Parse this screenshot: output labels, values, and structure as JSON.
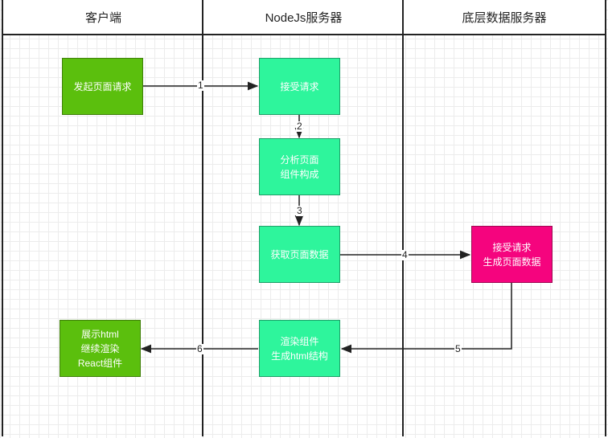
{
  "lanes": [
    {
      "title": "客户端"
    },
    {
      "title": "NodeJs服务器"
    },
    {
      "title": "底层数据服务器"
    }
  ],
  "nodes": {
    "request_page": "发起页面请求",
    "accept_request": "接受请求",
    "analyze_components": "分析页面\n组件构成",
    "fetch_data": "获取页面数据",
    "generate_data": "接受请求\n生成页面数据",
    "render_components": "渲染组件\n生成html结构",
    "display_html": "展示html\n继续渲染\nReact组件"
  },
  "edges": [
    {
      "from": "request_page",
      "to": "accept_request",
      "label": "1"
    },
    {
      "from": "accept_request",
      "to": "analyze_components",
      "label": "2"
    },
    {
      "from": "analyze_components",
      "to": "fetch_data",
      "label": "3"
    },
    {
      "from": "fetch_data",
      "to": "generate_data",
      "label": "4"
    },
    {
      "from": "generate_data",
      "to": "render_components",
      "label": "5"
    },
    {
      "from": "render_components",
      "to": "display_html",
      "label": "6"
    }
  ],
  "colors": {
    "client_box": "#5bbf0d",
    "node_box": "#2ef59c",
    "data_box": "#f5047e",
    "line": "#222222"
  }
}
